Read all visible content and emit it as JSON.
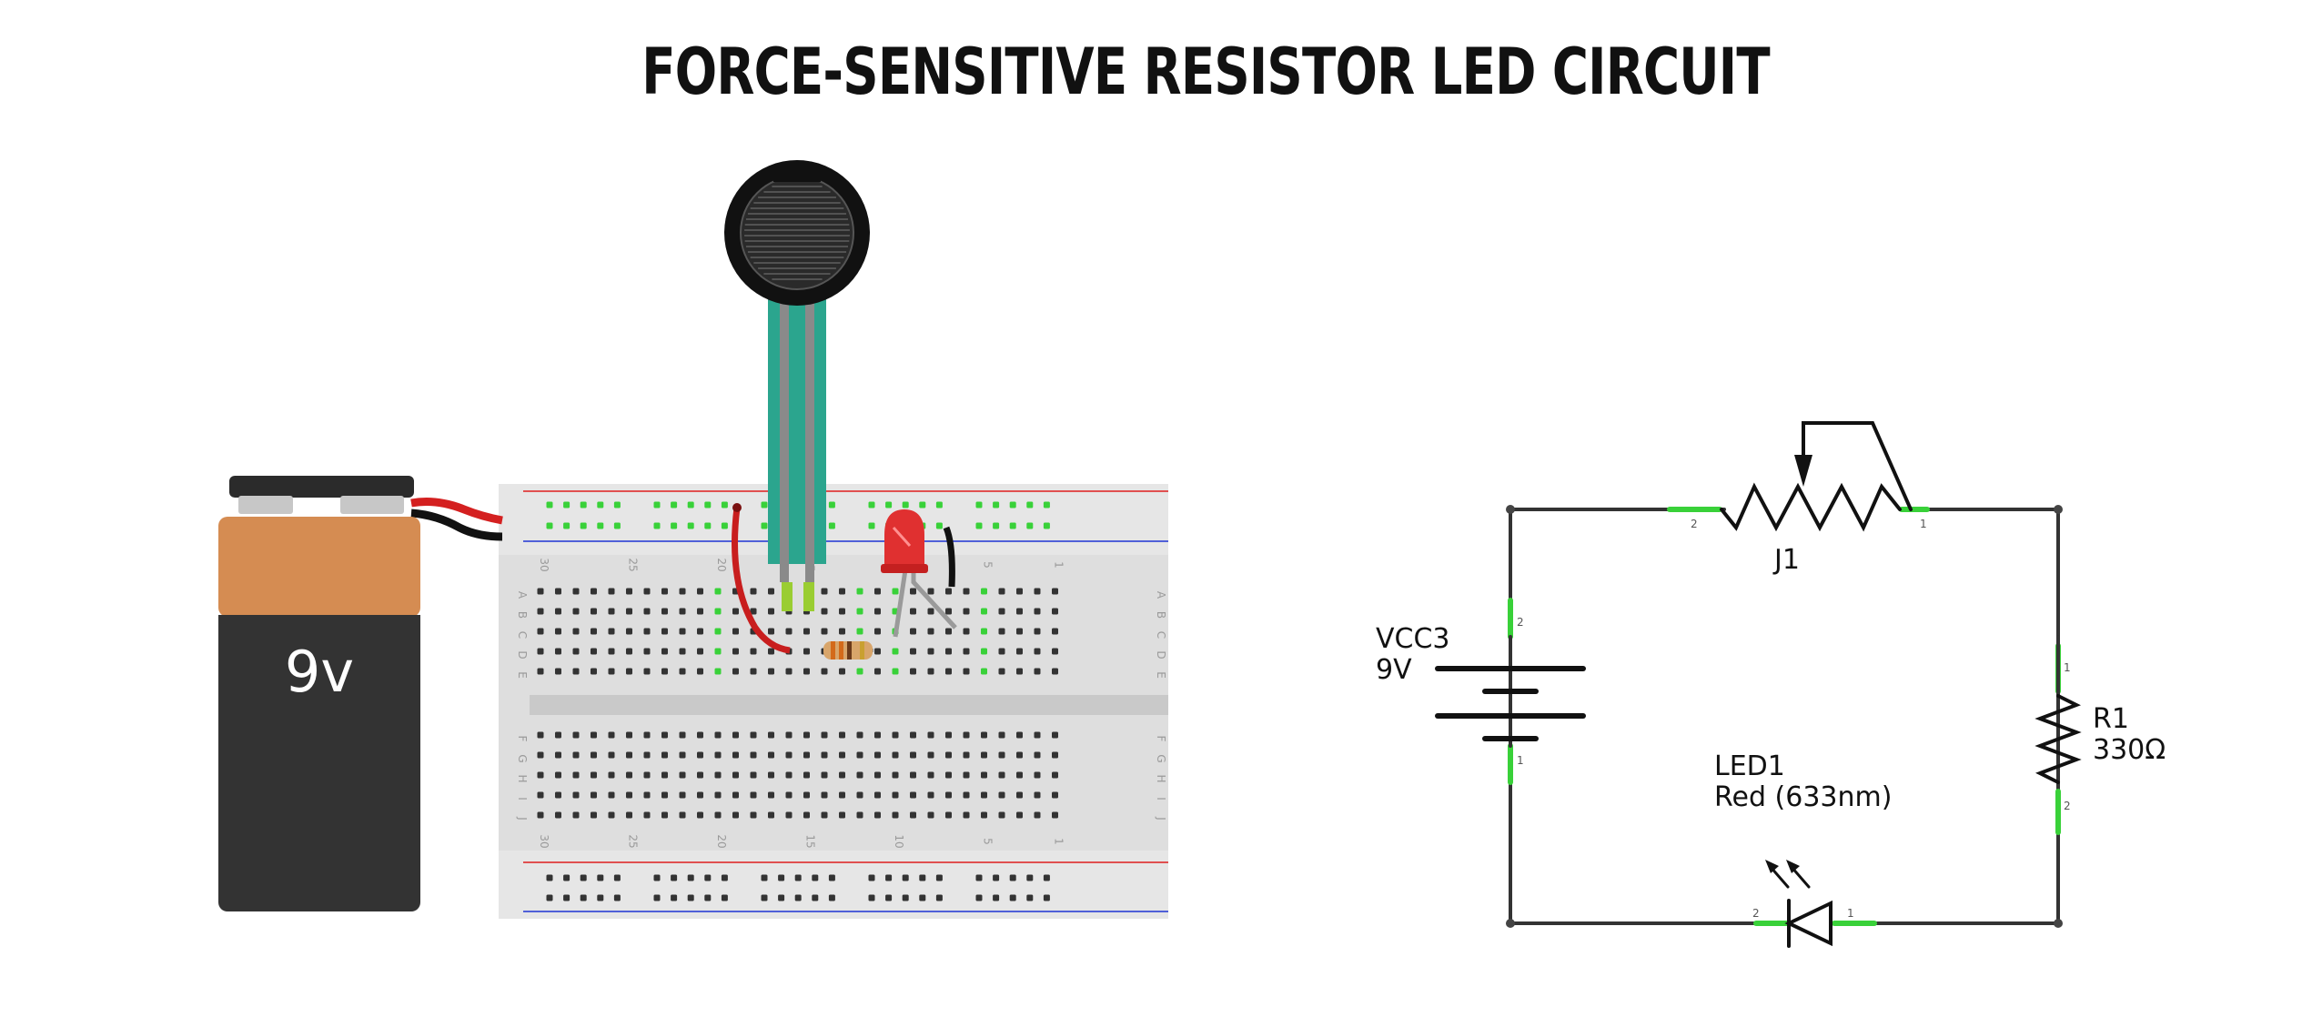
{
  "title": "FORCE-SENSITIVE RESISTOR LED CIRCUIT",
  "battery": {
    "label": "9v"
  },
  "breadboard": {
    "column_numbers": [
      "30",
      "25",
      "20",
      "15",
      "10",
      "5",
      "1"
    ],
    "row_letters_top": [
      "A",
      "B",
      "C",
      "D",
      "E"
    ],
    "row_letters_bottom": [
      "F",
      "G",
      "H",
      "I",
      "J"
    ]
  },
  "schematic": {
    "vcc_name": "VCC3",
    "vcc_value": "9V",
    "pot_name": "J1",
    "resistor_name": "R1",
    "resistor_value": "330Ω",
    "led_name": "LED1",
    "led_value": "Red (633nm)",
    "pins": {
      "pot_left": "2",
      "pot_right": "1",
      "bat_top": "2",
      "bat_bottom": "1",
      "res_top": "1",
      "res_bottom": "2",
      "led_left": "2",
      "led_right": "1"
    }
  },
  "colors": {
    "wire_red": "#d42020",
    "wire_black": "#111111",
    "pin_green": "#39d139",
    "battery_orange": "#d58c52",
    "battery_dark": "#333333",
    "fsr_green": "#2ba58e",
    "led_red": "#e03030",
    "schematic_line": "#333333"
  }
}
